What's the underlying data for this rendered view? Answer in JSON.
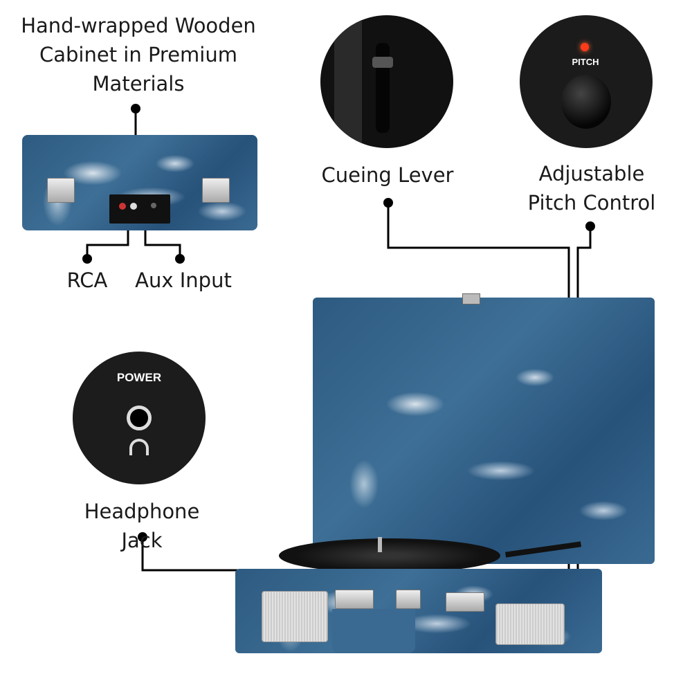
{
  "callouts": {
    "cabinet": "Hand-wrapped Wooden Cabinet in Premium Materials",
    "cabinet_lines": [
      "Hand-wrapped Wooden",
      "Cabinet in Premium",
      "Materials"
    ],
    "cueing": "Cueing Lever",
    "pitch_lines": [
      "Adjustable",
      "Pitch Control"
    ],
    "rca": "RCA",
    "aux": "Aux Input",
    "headphone": "Headphone Jack"
  },
  "panel_labels": {
    "power": "POWER",
    "pitch": "PITCH"
  },
  "colors": {
    "case_blue": "#2d5a80",
    "line": "#000000",
    "pitch_led": "#ff3b1a"
  }
}
